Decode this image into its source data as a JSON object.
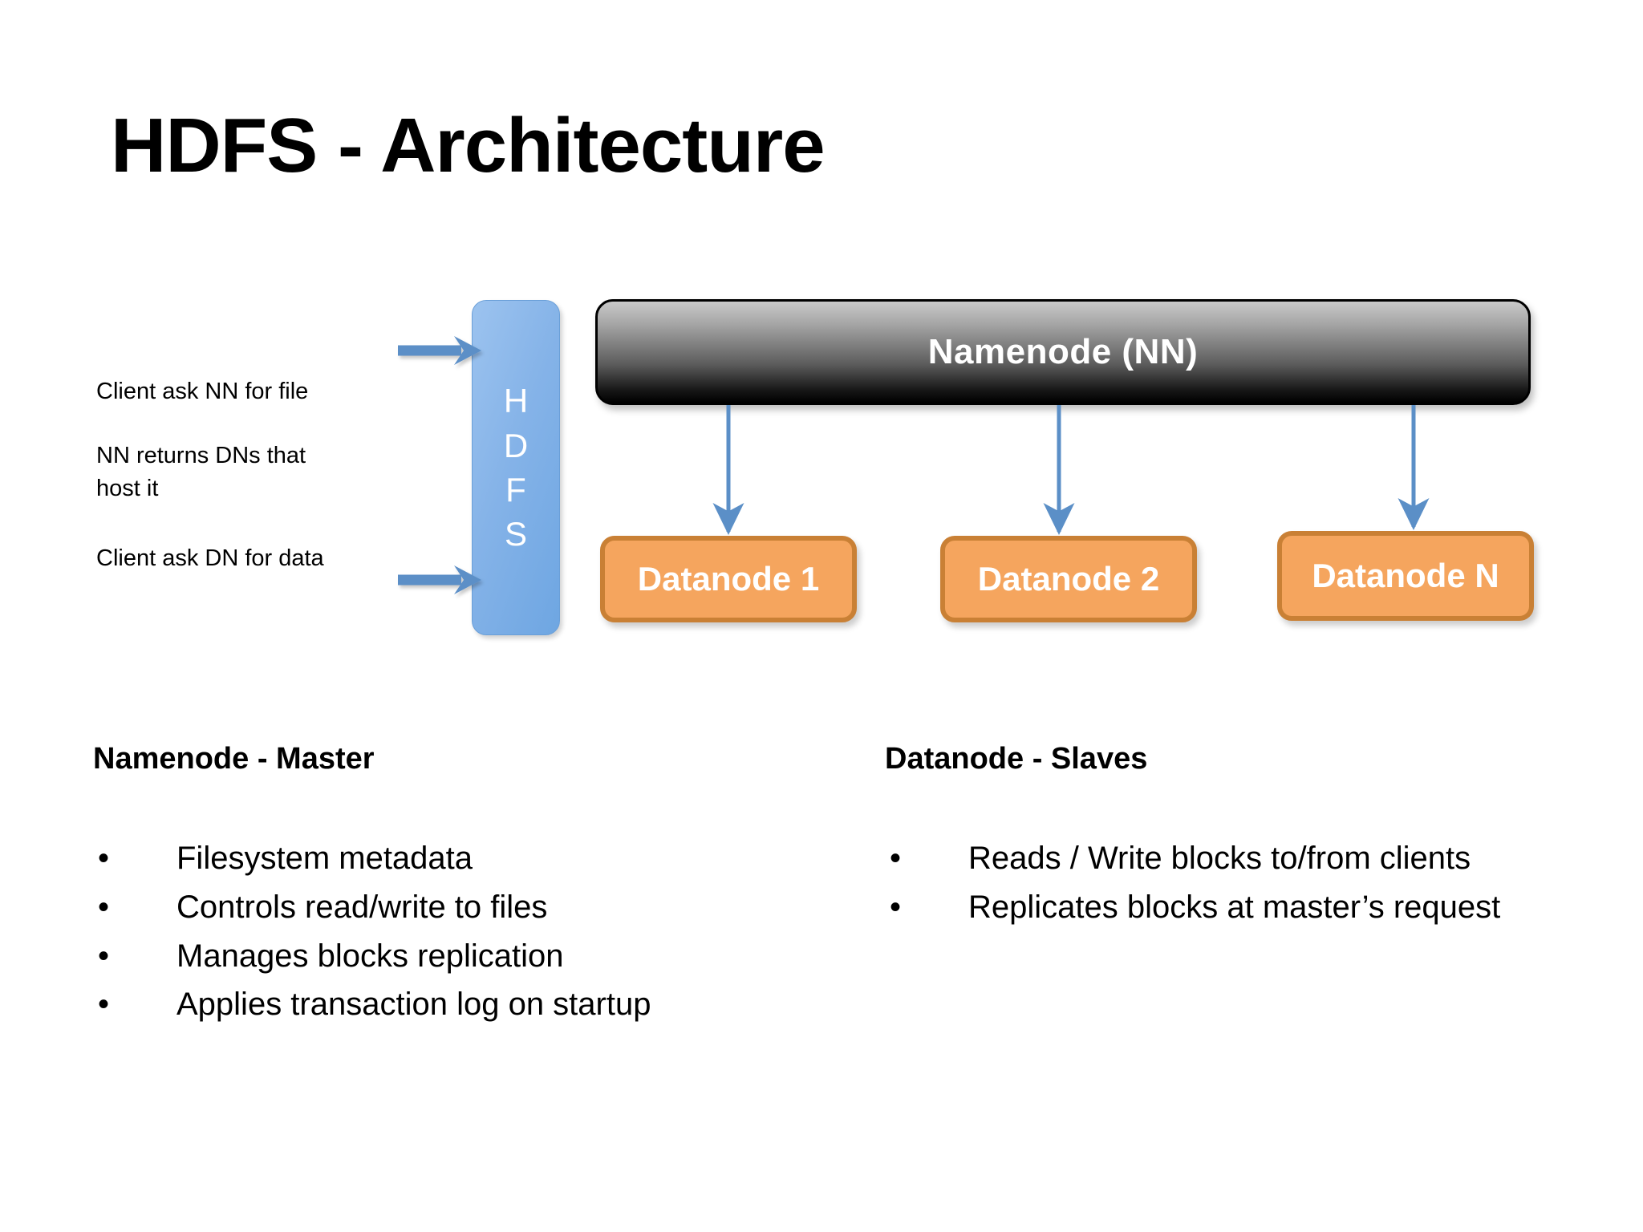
{
  "slide": {
    "title": "HDFS - Architecture"
  },
  "diagram": {
    "hdfs_bar": {
      "name": "HDFS",
      "letters": [
        "H",
        "D",
        "F",
        "S"
      ],
      "fill_color": "#85b3e8",
      "text_color": "#ffffff"
    },
    "namenode": {
      "label": "Namenode (NN)",
      "fill_gradient_top": "#c9c9c9",
      "fill_gradient_bottom": "#000000",
      "text_color": "#ffffff"
    },
    "datanodes": [
      {
        "label": "Datanode 1"
      },
      {
        "label": "Datanode 2"
      },
      {
        "label": "Datanode N"
      }
    ],
    "datanode_fill_color": "#f5a55e",
    "datanode_border_color": "#c98035",
    "arrow_color": "#5b8fc7",
    "client_flows": [
      {
        "label": "Client ask NN for file"
      },
      {
        "label": "NN returns DNs that host it"
      },
      {
        "label": "Client ask DN for data"
      }
    ]
  },
  "columns": {
    "namenode": {
      "heading": "Namenode - Master",
      "bullets": [
        "Filesystem metadata",
        "Controls read/write to files",
        "Manages blocks replication",
        "Applies transaction log on startup"
      ]
    },
    "datanode": {
      "heading": "Datanode - Slaves",
      "bullets": [
        "Reads / Write blocks to/from clients",
        "Replicates blocks at master’s request"
      ]
    }
  },
  "bullet_glyph": "•"
}
